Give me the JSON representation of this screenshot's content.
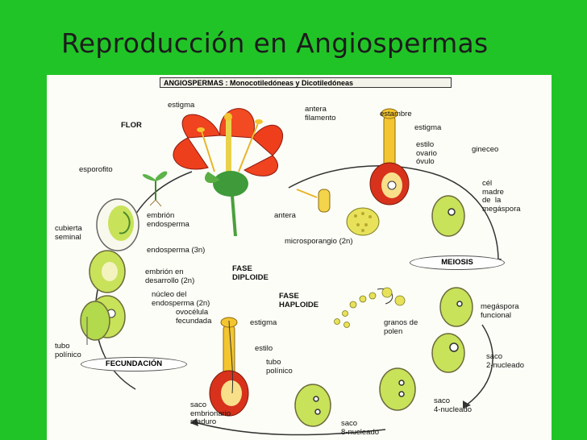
{
  "slide": {
    "title": "Reproducción en Angiospermas"
  },
  "diagram": {
    "header": "ANGIOSPERMAS : Monocotiledóneas y Dicotiledóneas",
    "labels": {
      "flor": "FLOR",
      "estigma_top": "estigma",
      "antera_filamento": "antera\nfilamento",
      "estambre": "estambre",
      "estigma_gin": "estigma",
      "estilo_ovario_ovulo": "estilo\novario\nóvulo",
      "gineceo": "gineceo",
      "esporofito": "esporofito",
      "embrion_endosperma": "embrión\nendosperma",
      "cubierta_seminal": "cubierta\nseminal",
      "antera": "antera",
      "microsporangio": "microsporangio (2n)",
      "cel_madre": "cél\nmadre\nde  la\nmegáspora",
      "endosperma_3n": "endosperma (3n)",
      "embrion_desarrollo": "embrión en\ndesarrollo (2n)",
      "fase_diploide": "FASE\nDIPLOIDE",
      "meiosis": "MEIOSIS",
      "nucleo_endosperma": "núcleo del\nendosperma (2n)",
      "ovocelula": "ovocélula\nfecundada",
      "fase_haploide": "FASE\nHAPLOIDE",
      "megaspora_funcional": "megáspora\nfuncional",
      "estigma_bottom": "estigma",
      "granos_polen": "granos de\npolen",
      "tubo_polinico_left": "tubo\npolínico",
      "fecundacion": "FECUNDACIÓN",
      "estilo_bottom": "estilo",
      "tubo_polinico_bottom": "tubo\npolínico",
      "saco_2": "saco\n2-nucleado",
      "saco_4": "saco\n4-nucleado",
      "saco_8": "saco\n8-nucleado",
      "saco_maduro": "saco\nembrionario\nmaduro"
    }
  },
  "colors": {
    "background": "#21c427",
    "petal": "#f0431f",
    "embryo_green": "#c8e25a",
    "pollen": "#e8e25a",
    "pistil_yellow": "#f3c530",
    "ovary_red": "#d8321c"
  }
}
